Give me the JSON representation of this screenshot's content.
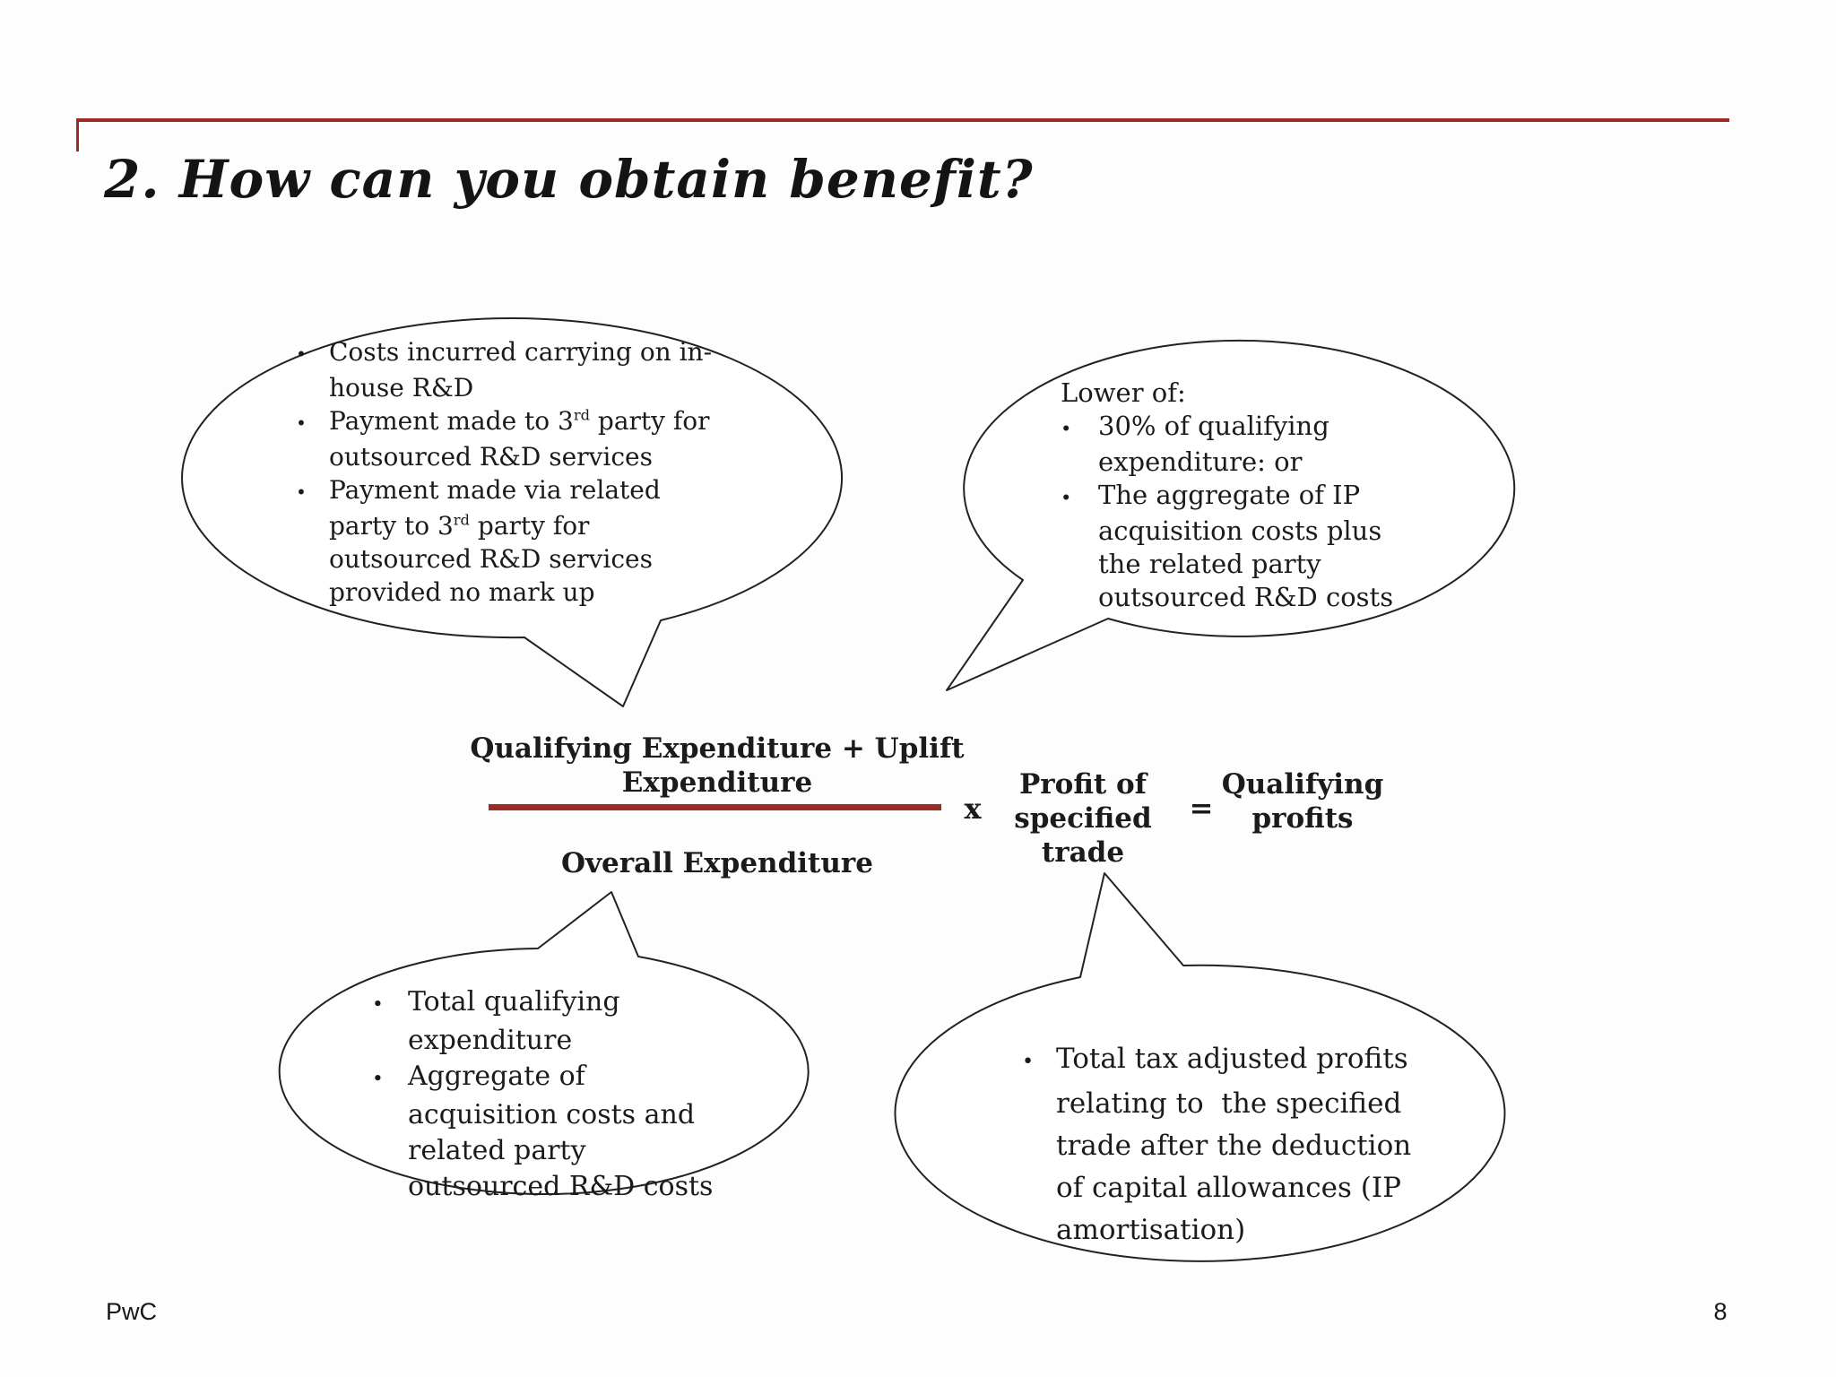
{
  "ui": {
    "bullet": "•"
  },
  "colors": {
    "accent": "#9c2b24",
    "ink": "#1b1b1b"
  },
  "slide": {
    "title": "2. How can you obtain benefit?",
    "footer_brand": "PwC",
    "page_number": "8"
  },
  "bubbles": {
    "top_left": {
      "line1": "Costs incurred carrying on in-",
      "line2": "house R&D",
      "line3_pre": "Payment made to 3",
      "line3_sup": "rd",
      "line3_post": " party for",
      "line4": "outsourced R&D services",
      "line5": "Payment made via related",
      "line6_pre": "party to 3",
      "line6_sup": "rd",
      "line6_post": " party for",
      "line7": "outsourced R&D services",
      "line8": "provided no mark up"
    },
    "top_right": {
      "line1": "Lower of:",
      "line2": "30% of qualifying",
      "line3": "expenditure: or",
      "line4": "The aggregate of IP",
      "line5": "acquisition costs plus",
      "line6": "the related party",
      "line7": "outsourced R&D costs"
    },
    "bottom_left": {
      "line1": "Total qualifying",
      "line2": "expenditure",
      "line3": "Aggregate of",
      "line4": "acquisition costs and",
      "line5": "related party",
      "line6": "outsourced R&D costs"
    },
    "bottom_right": {
      "line1": "Total tax adjusted profits",
      "line2": "relating to  the specified",
      "line3": "trade after the deduction",
      "line4": "of capital allowances (IP",
      "line5": "amortisation)"
    }
  },
  "formula": {
    "numerator_line1": "Qualifying Expenditure + Uplift",
    "numerator_line2": "Expenditure",
    "denominator": "Overall Expenditure",
    "times": "x",
    "factor_line1": "Profit of",
    "factor_line2": "specified",
    "factor_line3": "trade",
    "equals": "=",
    "result_line1": "Qualifying",
    "result_line2": "profits"
  }
}
